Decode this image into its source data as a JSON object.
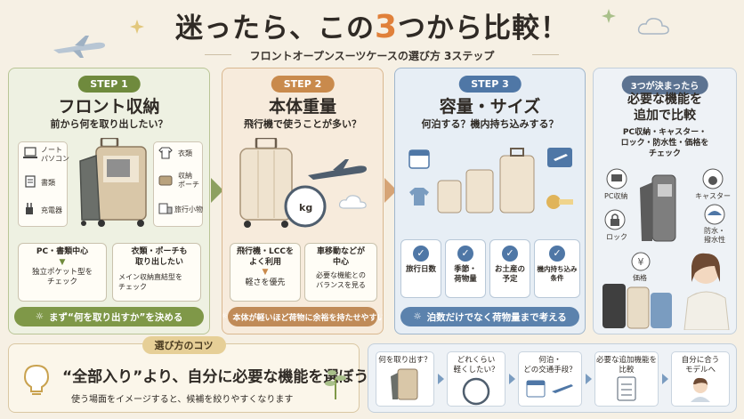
{
  "header": {
    "title_pre": "迷ったら、この",
    "title_num": "3",
    "title_post": "つから比較！",
    "subtitle": "フロントオープンスーツケースの選び方 3ステップ"
  },
  "step1": {
    "badge": "STEP 1",
    "heading": "フロント収納",
    "question": "前から何を取り出したい？",
    "left_items": [
      "ノート\nパソコン",
      "書類",
      "充電器"
    ],
    "right_items": [
      "衣類",
      "収納\nポーチ",
      "旅行小物"
    ],
    "option_a_title": "PC・書類中心",
    "option_a_detail": "独立ポケット型を\nチェック",
    "option_b_title": "衣類・ポーチも\n取り出したい",
    "option_b_detail": "メイン収納直結型を\nチェック",
    "note": "まず“何を取り出すか”を決める"
  },
  "step2": {
    "badge": "STEP 2",
    "heading": "本体重量",
    "question": "飛行機で使うことが多い？",
    "kg": "kg",
    "option_a_title": "飛行機・LCCを\nよく利用",
    "option_a_detail": "軽さを優先",
    "option_b_title": "車移動などが\n中心",
    "option_b_detail": "必要な機能との\nバランスを見る",
    "note": "本体が軽いほど荷物に余裕を持たせやすい"
  },
  "step3": {
    "badge": "STEP 3",
    "heading": "容量・サイズ",
    "question": "何泊する？機内持ち込みする？",
    "checks": [
      "旅行日数",
      "季節・\n荷物量",
      "お土産の\n予定",
      "機内持ち込み\n条件"
    ],
    "note": "泊数だけでなく荷物量まで考える"
  },
  "extra": {
    "badge": "3つが決まったら",
    "heading": "必要な機能を\n追加で比較",
    "desc": "PC収納・キャスター・\nロック・防水性・価格を\nチェック",
    "features": [
      "PC収納",
      "キャスター",
      "ロック",
      "防水・\n撥水性",
      "価格"
    ]
  },
  "tips": {
    "badge": "選び方のコツ",
    "main": "“全部入り”より、自分に必要な機能を選ぼう",
    "sub": "使う場面をイメージすると、候補を絞りやすくなります"
  },
  "flow": {
    "steps": [
      "何を取り出す？",
      "どれくらい\n軽くしたい？",
      "何泊・\nどの交通手段？",
      "必要な追加機能を\n比較",
      "自分に合う\nモデルへ"
    ]
  },
  "colors": {
    "accent_orange": "#e0803a",
    "step1": "#6f8a3d",
    "step2": "#c98a4c",
    "step3": "#4f77a6",
    "background": "#f6f0e4"
  }
}
